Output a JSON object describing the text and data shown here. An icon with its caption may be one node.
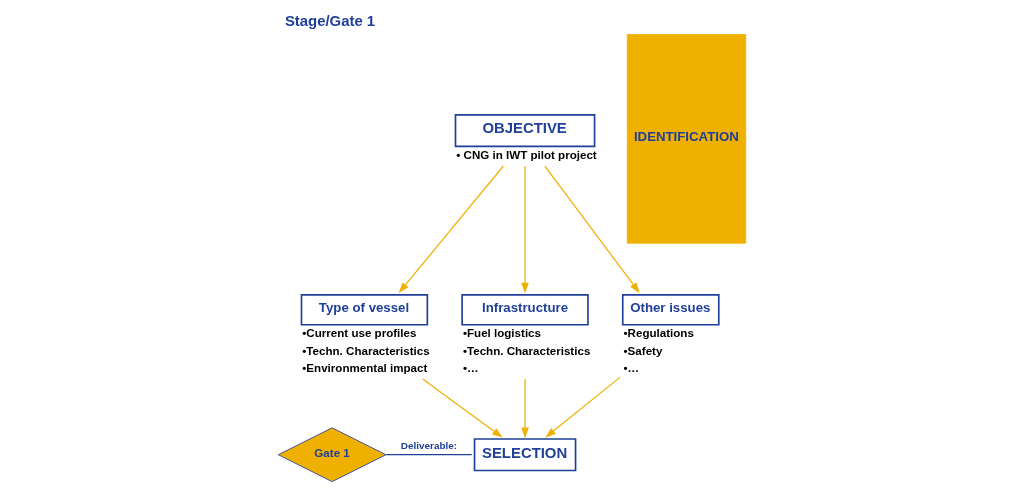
{
  "diagram": {
    "title": "Stage/Gate 1",
    "nodes": [
      {
        "text": [
          "OBJECTIVE"
        ],
        "beside": [
          "• CNG in IWT pilot project"
        ]
      },
      {
        "text": [
          "Type of vessel"
        ],
        "beside": [
          "•Current use profiles",
          "•Techn. Characteristics",
          "•Environmental impact"
        ]
      },
      {
        "text": [
          "Infrastructure"
        ],
        "beside": [
          "•Fuel logistics",
          "•Techn. Characteristics",
          "•…"
        ]
      },
      {
        "text": [
          "Other issues"
        ],
        "beside": [
          "•Regulations",
          "•Safety",
          "•…"
        ]
      },
      {
        "text": [
          "SELECTION"
        ]
      },
      {
        "text": [
          "Gate 1"
        ]
      }
    ],
    "edges": [
      {
        "from": 0,
        "to": 1,
        "arrow": "to"
      },
      {
        "from": 0,
        "to": 2,
        "arrow": "to"
      },
      {
        "from": 0,
        "to": 3,
        "arrow": "to"
      },
      {
        "from": 1,
        "to": 4,
        "arrow": "to"
      },
      {
        "from": 2,
        "to": 4,
        "arrow": "to"
      },
      {
        "from": 3,
        "to": 4,
        "arrow": "to"
      },
      {
        "from": 5,
        "to": 4,
        "arrow": "none",
        "label": "Deliverable:",
        "color": "#1f3f99"
      }
    ],
    "labels": [
      "IDENTIFICATION"
    ]
  }
}
